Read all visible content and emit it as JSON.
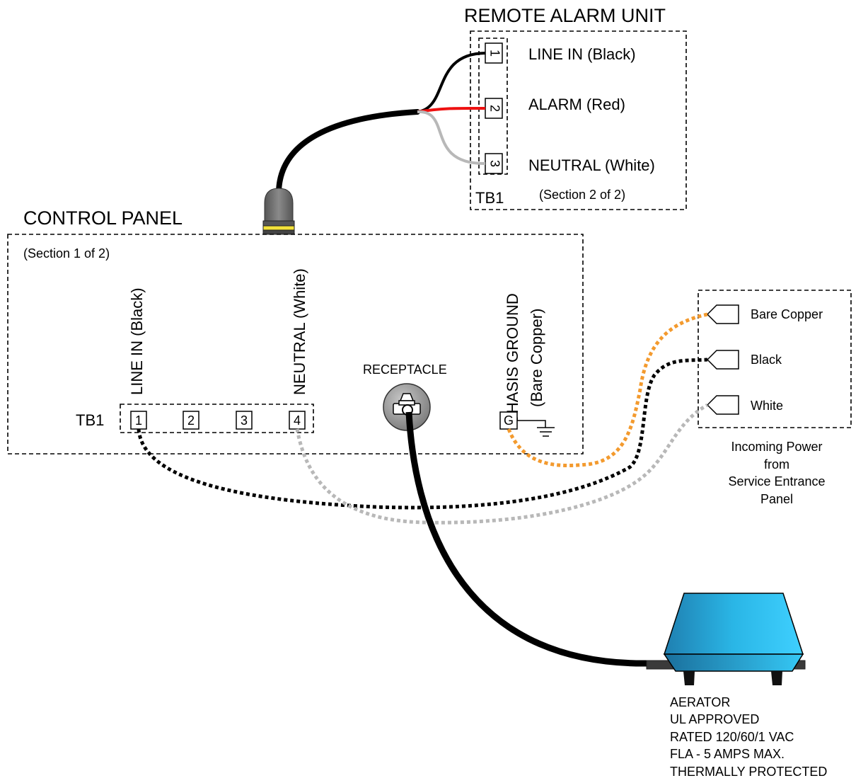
{
  "remote_unit": {
    "title": "REMOTE ALARM UNIT",
    "tb_label": "TB1",
    "section": "(Section 2 of 2)",
    "terminals": [
      "1",
      "2",
      "3"
    ],
    "labels": [
      "LINE IN (Black)",
      "ALARM (Red)",
      "NEUTRAL (White)"
    ]
  },
  "control_panel": {
    "title": "CONTROL PANEL",
    "section": "(Section 1 of 2)",
    "tb_label": "TB1",
    "terminals": [
      "1",
      "2",
      "3",
      "4"
    ],
    "line_in_label": "LINE IN (Black)",
    "neutral_label": "NEUTRAL (White)",
    "ground_label_1": "CHASIS GROUND",
    "ground_label_2": "(Bare Copper)",
    "ground_terminal": "G",
    "receptacle_label": "RECEPTACLE"
  },
  "incoming_power": {
    "wires": [
      "Bare Copper",
      "Black",
      "White"
    ],
    "caption": [
      "Incoming Power",
      "from",
      "Service Entrance",
      "Panel"
    ]
  },
  "aerator": {
    "lines": [
      "AERATOR",
      "UL APPROVED",
      "RATED 120/60/1 VAC",
      "FLA - 5 AMPS MAX.",
      "THERMALLY PROTECTED"
    ]
  },
  "colors": {
    "black_wire": "#000000",
    "red_wire": "#ee1111",
    "white_wire": "#b8b8b8",
    "copper_wire": "#f39a2e",
    "aerator_blue": "#2ab0e0"
  }
}
